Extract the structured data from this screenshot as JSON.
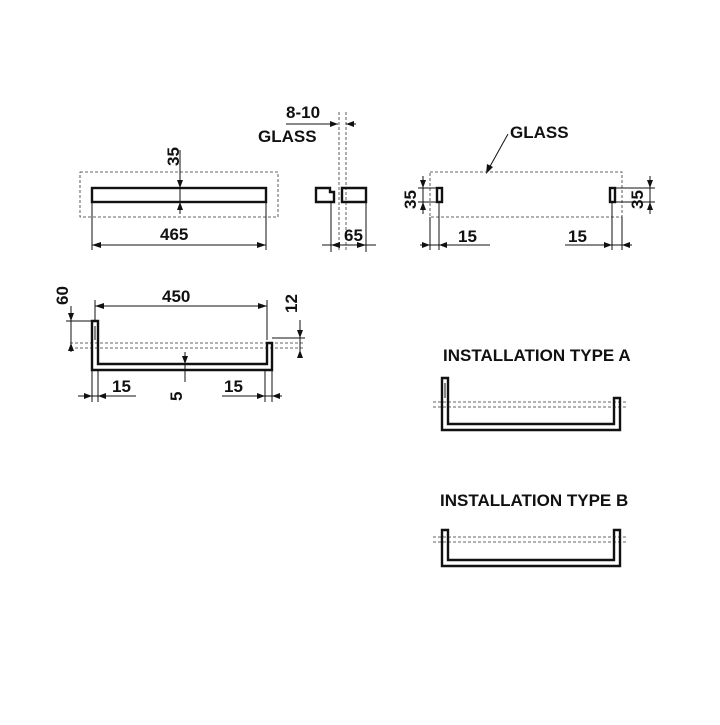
{
  "views": {
    "top": {
      "width": "465",
      "height": "35"
    },
    "side": {
      "glass_thickness": "8-10",
      "glass_label": "GLASS",
      "depth": "65"
    },
    "glass_view": {
      "glass_label": "GLASS",
      "height_left": "35",
      "height_right": "35",
      "offset_left": "15",
      "offset_right": "15"
    },
    "front": {
      "width": "450",
      "post_height": "60",
      "bracket": "12",
      "offset_left": "15",
      "offset_right": "15",
      "bar_thickness": "5"
    }
  },
  "installation": {
    "type_a": "INSTALLATION TYPE A",
    "type_b": "INSTALLATION TYPE B"
  }
}
